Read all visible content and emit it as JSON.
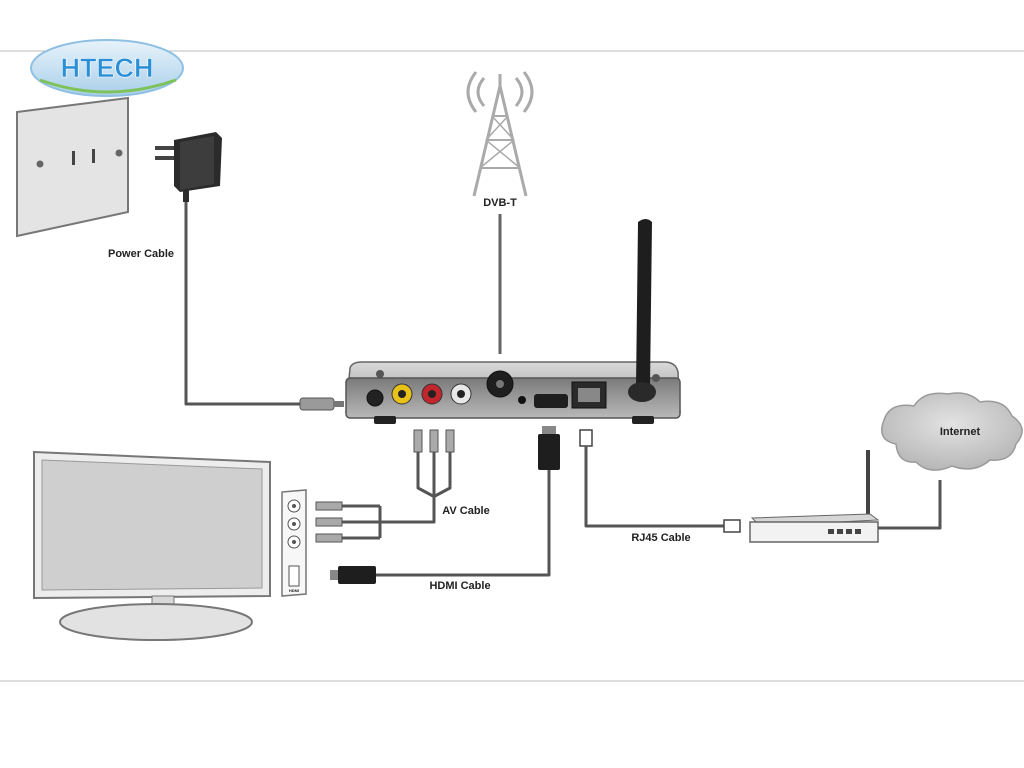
{
  "logo": {
    "text": "HTECH"
  },
  "labels": {
    "antenna": "DVB-T",
    "power": "Power Cable",
    "av": "AV Cable",
    "hdmi": "HDMI Cable",
    "rj45": "RJ45 Cable",
    "internet": "Internet",
    "hdmi_port": "HDMI"
  },
  "colors": {
    "av_yellow": "#e8c21a",
    "av_red": "#c0262b",
    "av_white": "#e8e8e8",
    "logo_blue": "#2a8fd6",
    "cable": "#555555"
  }
}
